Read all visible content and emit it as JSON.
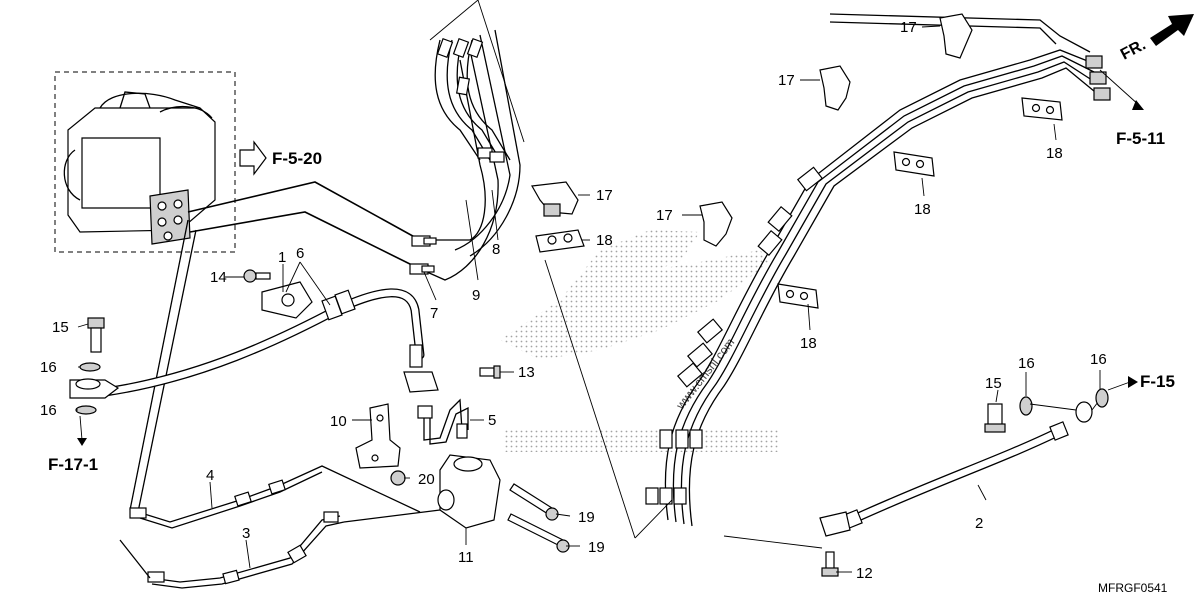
{
  "callouts": {
    "c1": "1",
    "c2": "2",
    "c3": "3",
    "c4": "4",
    "c5": "5",
    "c6": "6",
    "c7": "7",
    "c8": "8",
    "c9": "9",
    "c10": "10",
    "c11": "11",
    "c12": "12",
    "c13": "13",
    "c14": "14",
    "c15a": "15",
    "c15b": "15",
    "c16a": "16",
    "c16b": "16",
    "c16c": "16",
    "c16d": "16",
    "c17a": "17",
    "c17b": "17",
    "c17c": "17",
    "c17d": "17",
    "c18a": "18",
    "c18b": "18",
    "c18c": "18",
    "c18d": "18",
    "c19a": "19",
    "c19b": "19",
    "c20": "20"
  },
  "references": {
    "f520": "F-5-20",
    "f511": "F-5-11",
    "f171": "F-17-1",
    "f15": "F-15"
  },
  "front_label": "FR.",
  "drawing_code": "MFRGF0541",
  "watermark": "www.cmsnl.com"
}
